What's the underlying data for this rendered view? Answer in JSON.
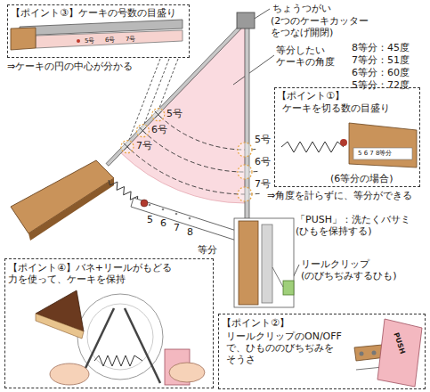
{
  "diagram": {
    "nodes": [
      {
        "text": [
          "【ポイント③】ケーキの号数の目盛り"
        ]
      },
      {
        "text": [
          "【ポイント①】",
          "ケーキを切る数の目盛り",
          "(6等分の場合)"
        ]
      },
      {
        "text": [
          "【ポイント④】バネ+リールがもどる 力を使って、ケーキを保持"
        ]
      },
      {
        "text": [
          "【ポイント②】",
          "リールクリップのON/OFF で、ひもののびちぢみを そうさ"
        ]
      }
    ],
    "labels": [
      "5号",
      "6号",
      "7号",
      "⇒ケーキの円の中心が分かる",
      "ちょうつがい",
      "(2つのケーキカッター をつなげ開閉)",
      "等分したい ケーキの角度",
      "8等分：45度",
      "7等分：51度",
      "6等分：60度",
      "5等分：72度",
      "5号",
      "6号",
      "7号",
      "5号",
      "6号",
      "7号",
      "5 6 7 8等分",
      "⇒角度を計らずに、等分ができる",
      "5",
      "6",
      "7",
      "8",
      "等分",
      "「PUSH」：洗たくバサミ (ひもを保持する)",
      "リールクリップ (のびちぢみするひも)",
      "PUSH"
    ]
  }
}
